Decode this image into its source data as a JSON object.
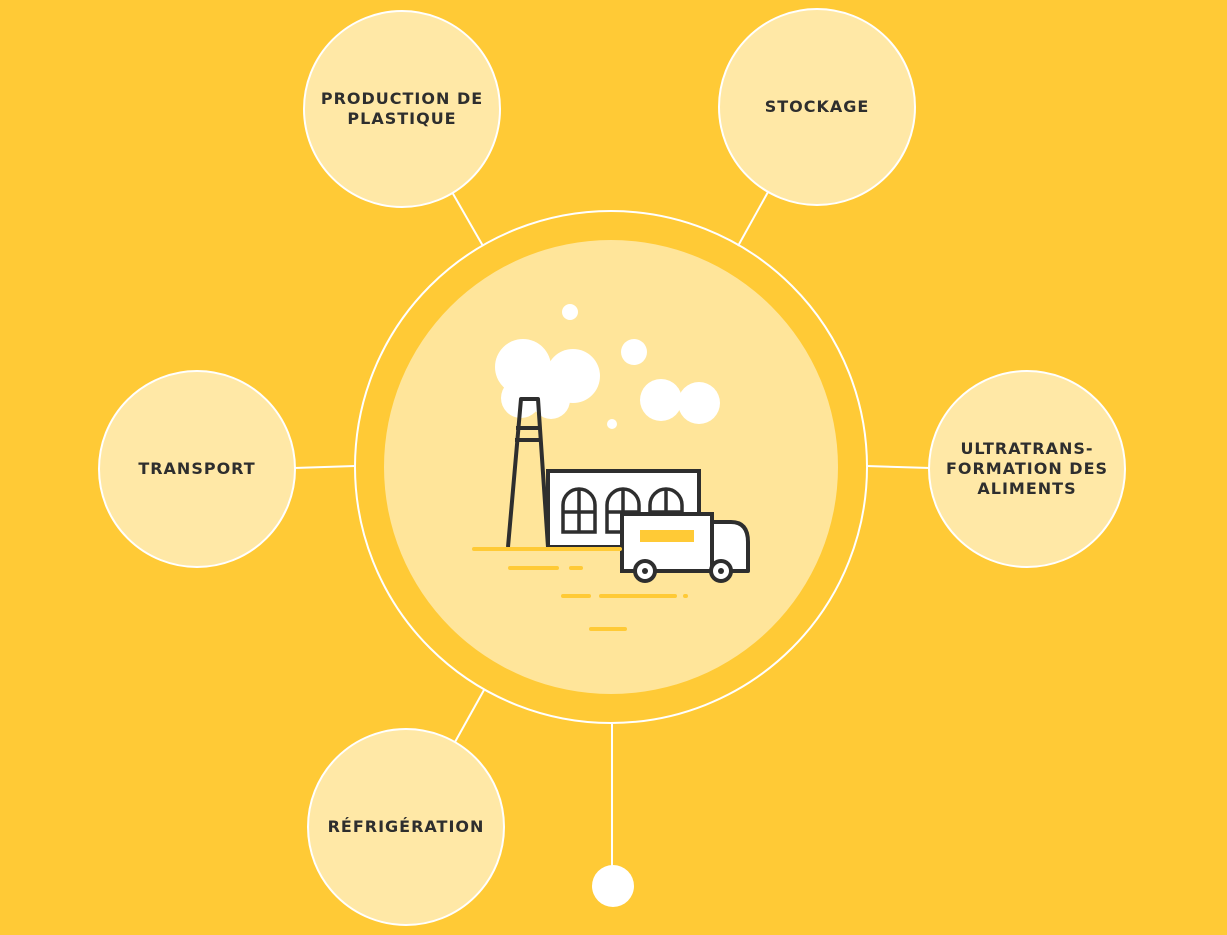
{
  "diagram": {
    "nodes": [
      {
        "id": "production",
        "label": "PRODUCTION DE\nPLASTIQUE"
      },
      {
        "id": "stockage",
        "label": "STOCKAGE"
      },
      {
        "id": "transport",
        "label": "TRANSPORT"
      },
      {
        "id": "ultratransformation",
        "label": "ULTRATRANS-\nFORMATION DES\nALIMENTS"
      },
      {
        "id": "refrigeration",
        "label": "RÉFRIGÉRATION"
      }
    ],
    "center_icon": "factory-truck-icon"
  },
  "colors": {
    "background": "#FFCA36",
    "node_fill": "#FFE8A6",
    "center_fill": "#FFE59A",
    "line": "#FFFFFF",
    "ink": "#2E2E2E"
  }
}
